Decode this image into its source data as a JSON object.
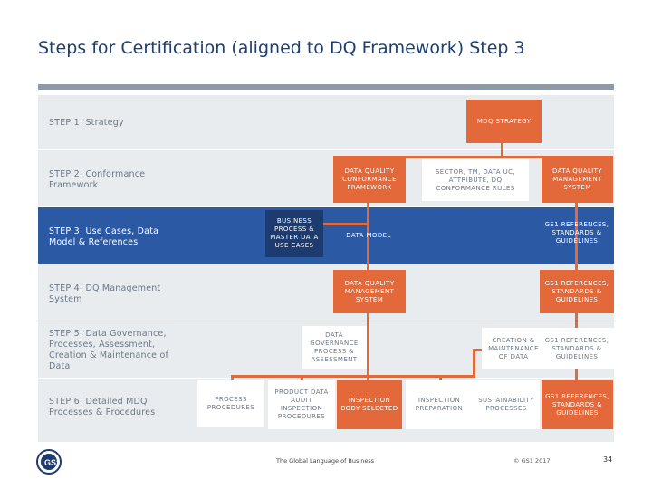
{
  "slide": {
    "title": "Steps for Certification (aligned to DQ Framework) Step 3",
    "page_number": "34",
    "copyright": "© GS1 2017",
    "tagline": "The Global Language of Business",
    "logo_text": "GS1",
    "colors": {
      "accent_orange": "#e3683a",
      "active_blue": "#2b59a3",
      "navy": "#1e3b70",
      "row_gray": "#e9ecef",
      "title_blue": "#1f3f6e"
    }
  },
  "steps": [
    {
      "label": "STEP 1: Strategy"
    },
    {
      "label": "STEP 2: Conformance Framework"
    },
    {
      "label": "STEP 3: Use Cases, Data Model & References"
    },
    {
      "label": "STEP 4: DQ Management System"
    },
    {
      "label": "STEP 5: Data Governance, Processes, Assessment, Creation & Maintenance of Data"
    },
    {
      "label": "STEP 6: Detailed MDQ Processes & Procedures"
    }
  ],
  "boxes": {
    "mdq_strategy": "MDQ STRATEGY",
    "dq_conformance_framework": "DATA QUALITY CONFORMANCE FRAMEWORK",
    "sector_tm": "SECTOR, TM, DATA UC, ATTRIBUTE, DQ CONFORMANCE RULES",
    "dq_management_system_2": "DATA QUALITY MANAGEMENT SYSTEM",
    "business_process": "BUSINESS PROCESS & MASTER DATA USE CASES",
    "data_model": "DATA MODEL",
    "gs1_references_3": "GS1 REFERENCES, STANDARDS & GUIDELINES",
    "dq_management_system_4": "DATA QUALITY MANAGEMENT SYSTEM",
    "gs1_references_4": "GS1 REFERENCES, STANDARDS & GUIDELINES",
    "data_governance": "DATA GOVERNANCE PROCESS & ASSESSMENT",
    "creation_maintenance": "CREATION & MAINTENANCE OF DATA",
    "gs1_references_5": "GS1 REFERENCES, STANDARDS & GUIDELINES",
    "process_procedures": "PROCESS PROCEDURES",
    "product_data_audit": "PRODUCT DATA AUDIT INSPECTION PROCEDURES",
    "inspection_body": "INSPECTION BODY SELECTED",
    "inspection_preparation": "INSPECTION PREPARATION",
    "sustainability": "SUSTAINABILITY PROCESSES",
    "gs1_references_6": "GS1 REFERENCES, STANDARDS & GUIDELINES"
  }
}
